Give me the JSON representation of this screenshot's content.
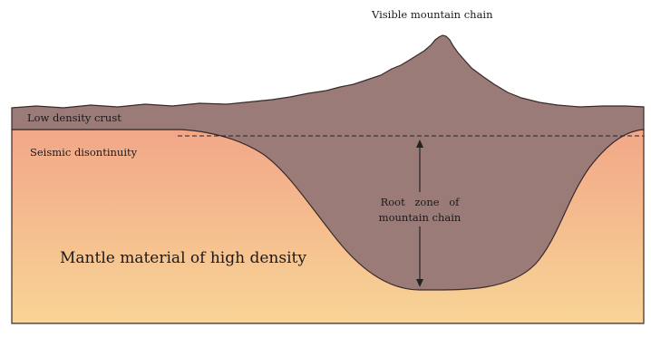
{
  "diagram": {
    "labels": {
      "peak": "Visible mountain chain",
      "crust": "Low density crust",
      "discontinuity": "Seismic disontinuity",
      "root_line1": "Root zone of",
      "root_line2": "mountain chain",
      "mantle": "Mantle material of high density"
    },
    "colors": {
      "crust": "#9a7b78",
      "crust_outline": "#3a2a28",
      "mantle_top": "#f2a788",
      "mantle_bottom": "#f8d496",
      "dashed_line": "#222222",
      "arrow": "#222222"
    }
  }
}
